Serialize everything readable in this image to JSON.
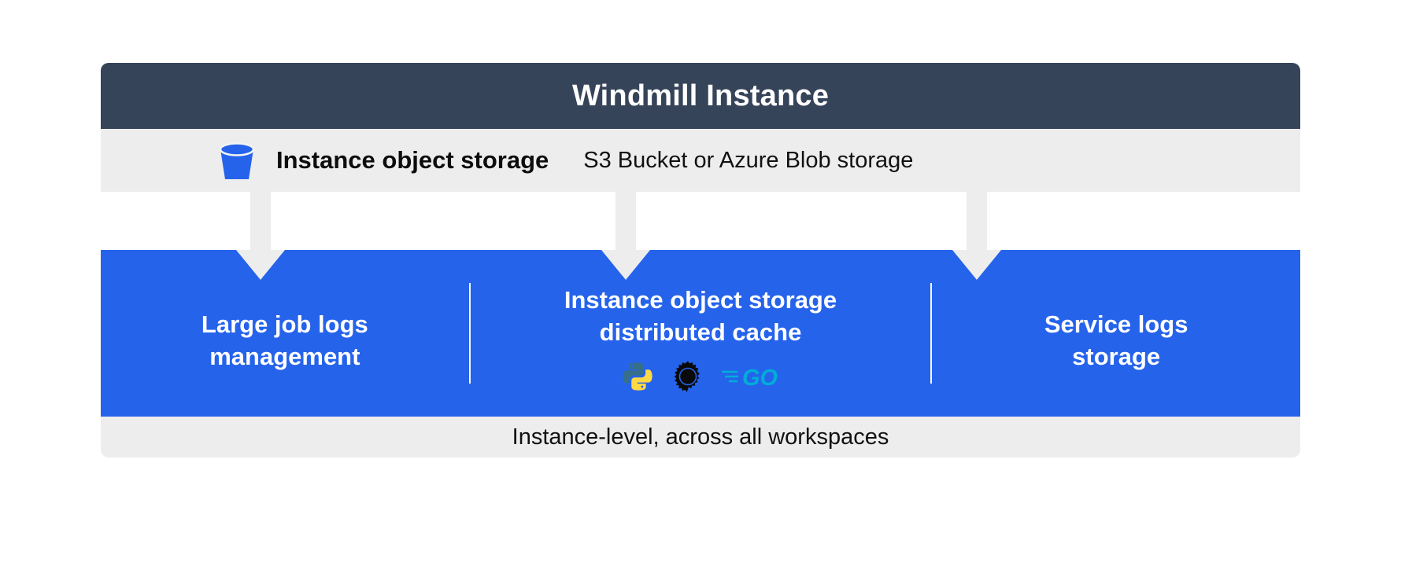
{
  "header": {
    "title": "Windmill Instance",
    "background_color": "#36445a",
    "text_color": "#ffffff"
  },
  "storage_bar": {
    "icon": "s3-bucket-icon",
    "label": "Instance object storage",
    "note": "S3 Bucket or Azure Blob storage",
    "background_color": "#eeedee"
  },
  "connectors": {
    "count": 3,
    "color": "#eeedee",
    "direction": "down"
  },
  "panel": {
    "background_color": "#2563eb",
    "columns": [
      {
        "title": "Large job logs\nmanagement"
      },
      {
        "title": "Instance object storage\ndistributed cache",
        "languages": [
          {
            "name": "python-icon",
            "label": "Python",
            "color": "#ffd845"
          },
          {
            "name": "rust-icon",
            "label": "Rust",
            "color": "#000000"
          },
          {
            "name": "go-icon",
            "label": "Go",
            "color": "#00add8"
          }
        ]
      },
      {
        "title": "Service logs\nstorage"
      }
    ]
  },
  "footer": {
    "caption": "Instance-level, across all workspaces",
    "background_color": "#eeedee"
  }
}
